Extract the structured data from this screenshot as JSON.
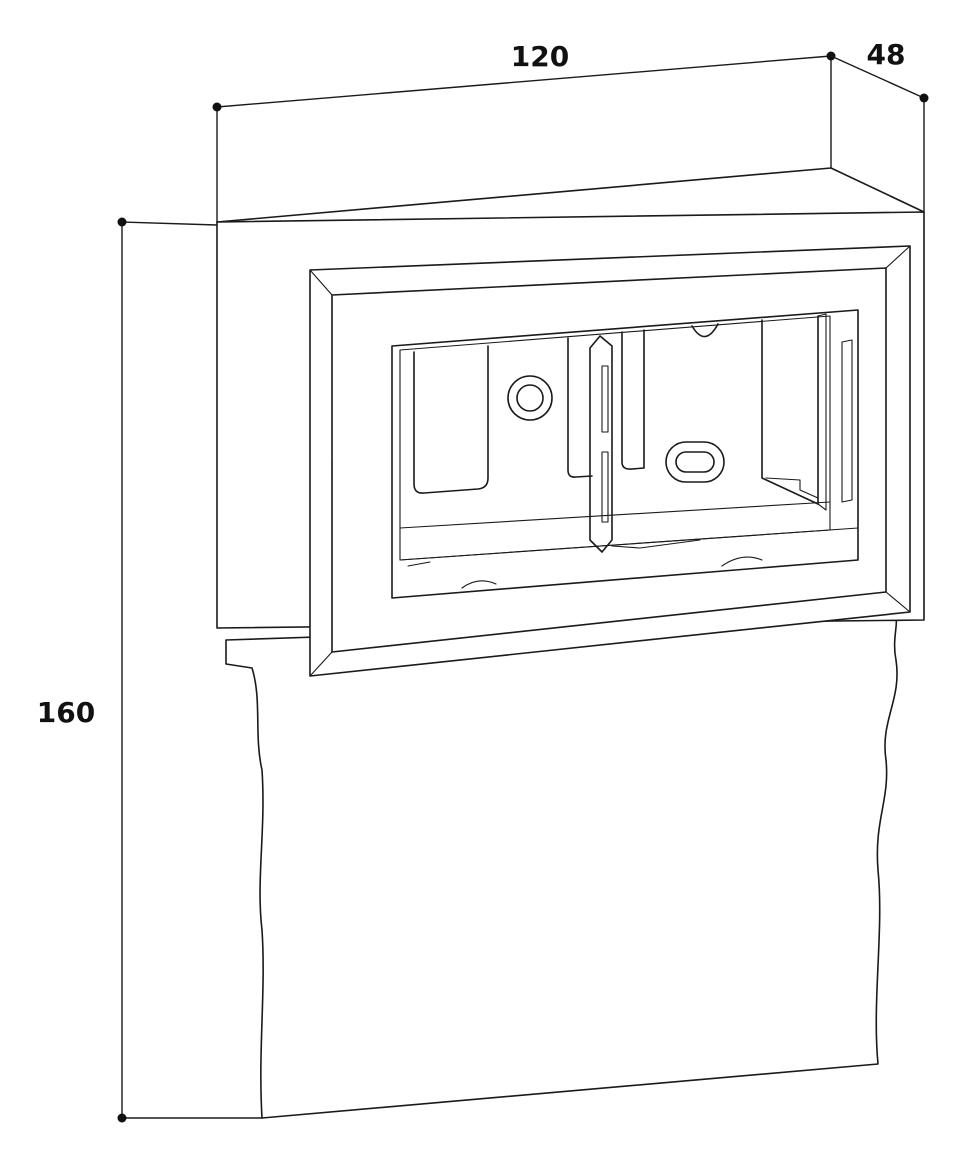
{
  "dimensions": {
    "width_label": "120",
    "depth_label": "48",
    "height_label": "160"
  },
  "colors": {
    "line": "#1a1a1a",
    "background": "#ffffff"
  }
}
